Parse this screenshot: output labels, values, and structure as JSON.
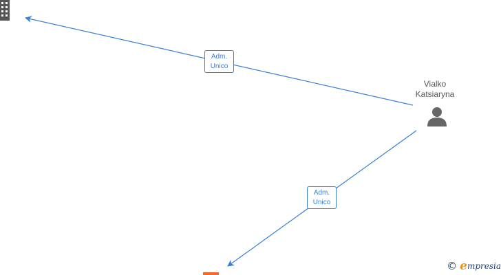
{
  "nodes": {
    "person": {
      "name_line1": "Vialko",
      "name_line2": "Katsiaryna",
      "icon": "person-icon"
    },
    "company_top": {
      "icon": "building-icon"
    },
    "company_bottom": {
      "icon": "company-box-icon"
    }
  },
  "edges": [
    {
      "line1": "Adm.",
      "line2": "Unico"
    },
    {
      "line1": "Adm.",
      "line2": "Unico"
    }
  ],
  "colors": {
    "edge": "#3a7fd5",
    "person_icon": "#666666",
    "building_icon": "#555555",
    "company_box": "#f26a2e"
  },
  "watermark": {
    "copyright_symbol": "©",
    "brand_initial": "e",
    "brand_rest": "mpresia"
  }
}
